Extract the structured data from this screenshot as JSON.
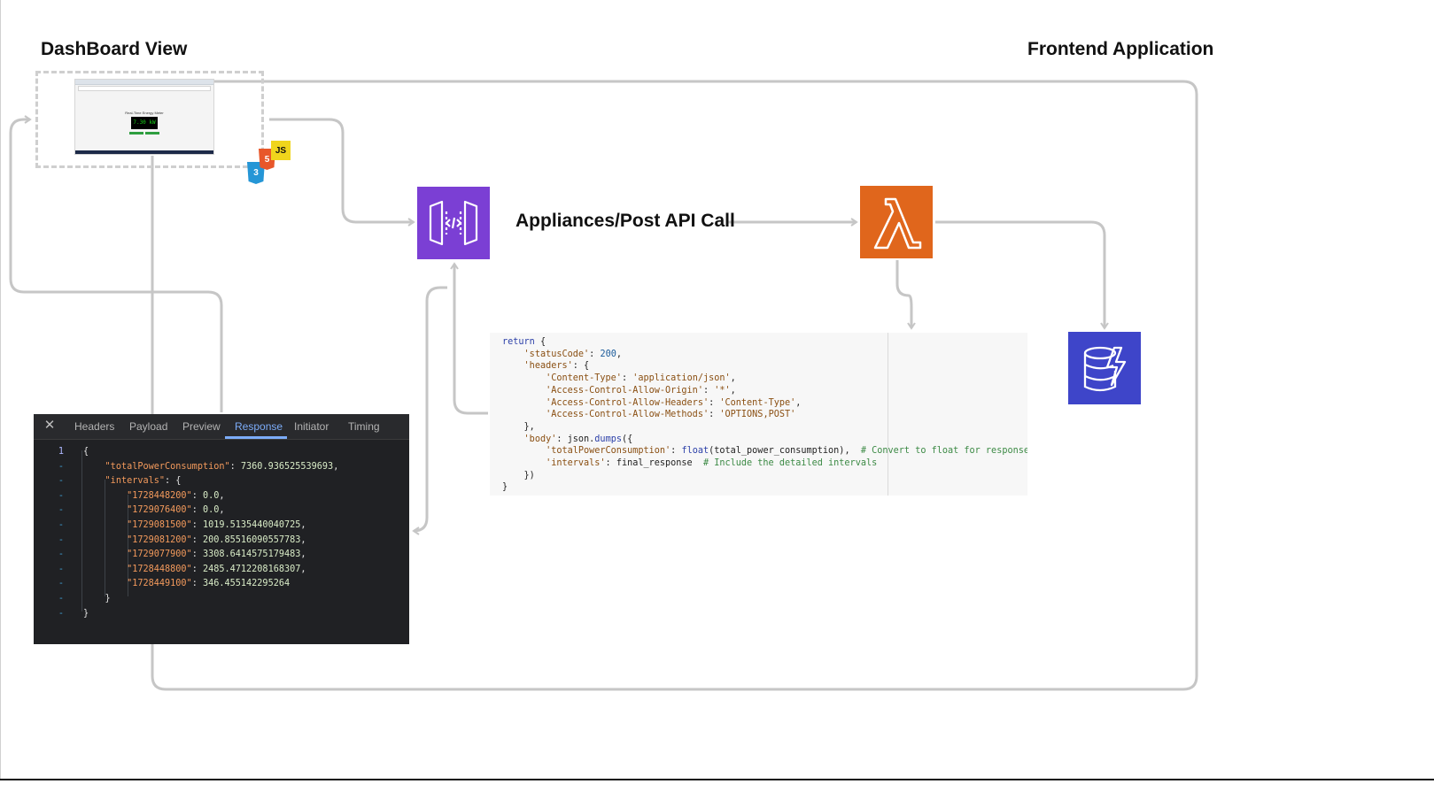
{
  "headings": {
    "dashboard": "DashBoard View",
    "frontend": "Frontend Application",
    "api_call": "Appliances/Post API Call"
  },
  "dashboard_preview": {
    "title": "Real-Time Energy Meter",
    "meter_value": "7.30 kW"
  },
  "tech_badges": {
    "js": "JS",
    "html": "5",
    "css": "3"
  },
  "icons": {
    "dashboard": "browser-screenshot-icon",
    "api_gateway": "api-gateway-icon",
    "lambda": "lambda-icon",
    "dynamodb": "dynamodb-icon",
    "close": "close-icon"
  },
  "colors": {
    "api_gateway": "#7b3fd4",
    "lambda": "#e0661c",
    "dynamodb": "#3e45c9",
    "connector": "#c6c6c6",
    "devtools_bg": "#202124",
    "json_key": "#f39a5c",
    "active_tab": "#7cacf8"
  },
  "code": {
    "lines": [
      [
        {
          "t": "return",
          "c": "k"
        },
        {
          "t": " {"
        }
      ],
      [
        {
          "t": "    "
        },
        {
          "t": "'statusCode'",
          "c": "s"
        },
        {
          "t": ": "
        },
        {
          "t": "200",
          "c": "n"
        },
        {
          "t": ","
        }
      ],
      [
        {
          "t": "    "
        },
        {
          "t": "'headers'",
          "c": "s"
        },
        {
          "t": ": {"
        }
      ],
      [
        {
          "t": "        "
        },
        {
          "t": "'Content-Type'",
          "c": "s"
        },
        {
          "t": ": "
        },
        {
          "t": "'application/json'",
          "c": "s"
        },
        {
          "t": ","
        }
      ],
      [
        {
          "t": "        "
        },
        {
          "t": "'Access-Control-Allow-Origin'",
          "c": "s"
        },
        {
          "t": ": "
        },
        {
          "t": "'*'",
          "c": "s"
        },
        {
          "t": ","
        }
      ],
      [
        {
          "t": "        "
        },
        {
          "t": "'Access-Control-Allow-Headers'",
          "c": "s"
        },
        {
          "t": ": "
        },
        {
          "t": "'Content-Type'",
          "c": "s"
        },
        {
          "t": ","
        }
      ],
      [
        {
          "t": "        "
        },
        {
          "t": "'Access-Control-Allow-Methods'",
          "c": "s"
        },
        {
          "t": ": "
        },
        {
          "t": "'OPTIONS,POST'",
          "c": "s"
        }
      ],
      [
        {
          "t": "    },"
        }
      ],
      [
        {
          "t": "    "
        },
        {
          "t": "'body'",
          "c": "s"
        },
        {
          "t": ": json."
        },
        {
          "t": "dumps",
          "c": "k"
        },
        {
          "t": "({"
        }
      ],
      [
        {
          "t": "        "
        },
        {
          "t": "'totalPowerConsumption'",
          "c": "s"
        },
        {
          "t": ": "
        },
        {
          "t": "float",
          "c": "k"
        },
        {
          "t": "(total_power_consumption),  "
        },
        {
          "t": "# Convert to float for response",
          "c": "c"
        }
      ],
      [
        {
          "t": "        "
        },
        {
          "t": "'intervals'",
          "c": "s"
        },
        {
          "t": ": final_response  "
        },
        {
          "t": "# Include the detailed intervals",
          "c": "c"
        }
      ],
      [
        {
          "t": "    })"
        }
      ],
      [
        {
          "t": "}"
        }
      ]
    ]
  },
  "devtools": {
    "tabs": [
      "Headers",
      "Payload",
      "Preview",
      "Response",
      "Initiator",
      "Timing"
    ],
    "active_tab": "Response",
    "gutter": [
      "1",
      "-",
      "-",
      "-",
      "-",
      "-",
      "-",
      "-",
      "-",
      "-",
      "-",
      "-"
    ],
    "response_lines": [
      [
        {
          "t": "{"
        }
      ],
      [
        {
          "t": "    "
        },
        {
          "t": "\"totalPowerConsumption\"",
          "c": "jk"
        },
        {
          "t": ": "
        },
        {
          "t": "7360.936525539693",
          "c": "jn"
        },
        {
          "t": ","
        }
      ],
      [
        {
          "t": "    "
        },
        {
          "t": "\"intervals\"",
          "c": "jk"
        },
        {
          "t": ": {"
        }
      ],
      [
        {
          "t": "        "
        },
        {
          "t": "\"1728448200\"",
          "c": "jk"
        },
        {
          "t": ": "
        },
        {
          "t": "0.0",
          "c": "jn"
        },
        {
          "t": ","
        }
      ],
      [
        {
          "t": "        "
        },
        {
          "t": "\"1729076400\"",
          "c": "jk"
        },
        {
          "t": ": "
        },
        {
          "t": "0.0",
          "c": "jn"
        },
        {
          "t": ","
        }
      ],
      [
        {
          "t": "        "
        },
        {
          "t": "\"1729081500\"",
          "c": "jk"
        },
        {
          "t": ": "
        },
        {
          "t": "1019.5135440040725",
          "c": "jn"
        },
        {
          "t": ","
        }
      ],
      [
        {
          "t": "        "
        },
        {
          "t": "\"1729081200\"",
          "c": "jk"
        },
        {
          "t": ": "
        },
        {
          "t": "200.85516090557783",
          "c": "jn"
        },
        {
          "t": ","
        }
      ],
      [
        {
          "t": "        "
        },
        {
          "t": "\"1729077900\"",
          "c": "jk"
        },
        {
          "t": ": "
        },
        {
          "t": "3308.6414575179483",
          "c": "jn"
        },
        {
          "t": ","
        }
      ],
      [
        {
          "t": "        "
        },
        {
          "t": "\"1728448800\"",
          "c": "jk"
        },
        {
          "t": ": "
        },
        {
          "t": "2485.4712208168307",
          "c": "jn"
        },
        {
          "t": ","
        }
      ],
      [
        {
          "t": "        "
        },
        {
          "t": "\"1728449100\"",
          "c": "jk"
        },
        {
          "t": ": "
        },
        {
          "t": "346.455142295264",
          "c": "jn"
        }
      ],
      [
        {
          "t": "    }"
        }
      ],
      [
        {
          "t": "}"
        }
      ]
    ]
  }
}
